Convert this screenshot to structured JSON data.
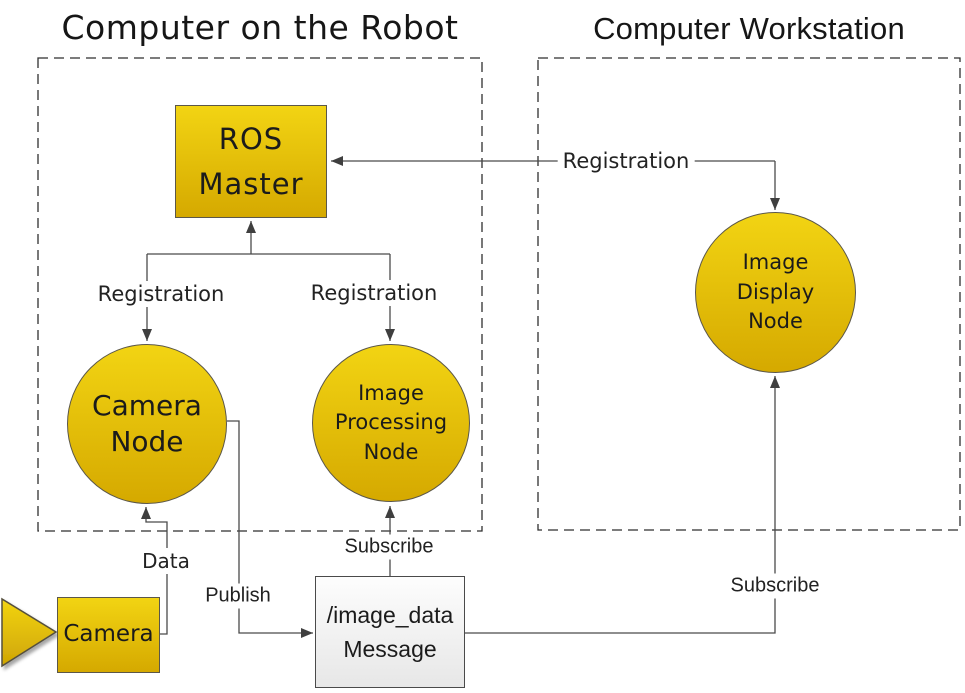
{
  "regions": {
    "robot": {
      "title": "Computer on the Robot"
    },
    "workstation": {
      "title": "Computer Workstation"
    }
  },
  "nodes": {
    "ros_master": {
      "label": "ROS\nMaster",
      "shape": "rectangle"
    },
    "camera_node": {
      "label": "Camera\nNode",
      "shape": "circle"
    },
    "image_processing_node": {
      "label": "Image\nProcessing\nNode",
      "shape": "circle"
    },
    "image_display_node": {
      "label": "Image\nDisplay\nNode",
      "shape": "circle"
    },
    "camera": {
      "label": "Camera",
      "shape": "rectangle"
    },
    "image_data_message": {
      "label": "/image_data\nMessage",
      "shape": "rectangle"
    }
  },
  "edge_labels": {
    "registration_camera": "Registration",
    "registration_processing": "Registration",
    "registration_display": "Registration",
    "data": "Data",
    "publish": "Publish",
    "subscribe_processing": "Subscribe",
    "subscribe_display": "Subscribe"
  },
  "colors": {
    "node_fill_top": "#F2D413",
    "node_fill_bottom": "#D5A900",
    "node_border": "#5B5749",
    "message_fill_top": "#FDFDFD",
    "message_fill_bottom": "#E7E7E7",
    "message_border": "#4A4A4A",
    "line": "#4A4A4A",
    "dash": "#2F2F2F",
    "text": "#1E1E1E"
  }
}
